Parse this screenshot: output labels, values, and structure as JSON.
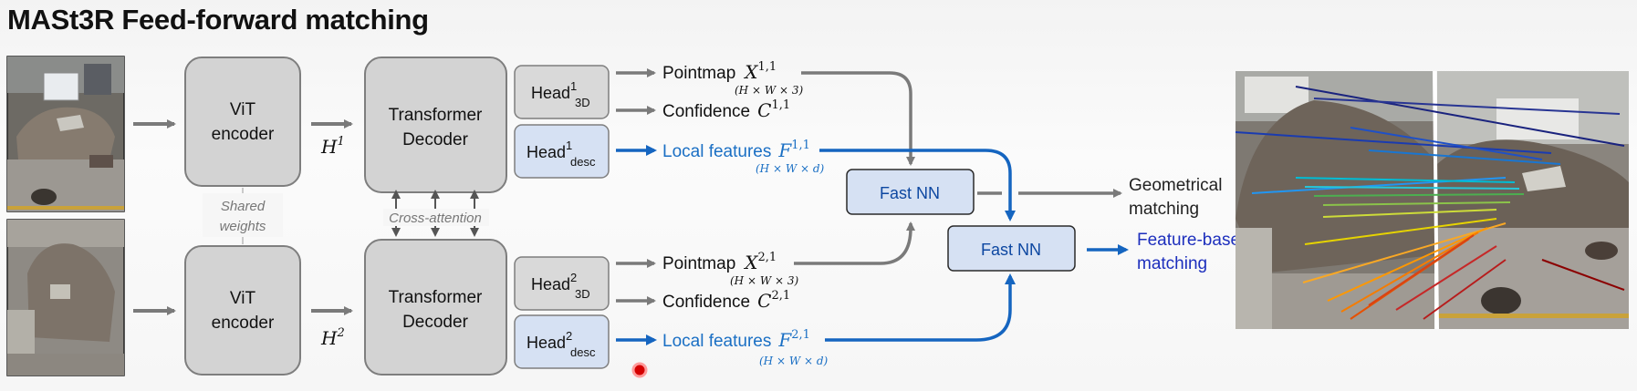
{
  "title": "MASt3R Feed-forward matching",
  "encoders": {
    "label_line1": "ViT",
    "label_line2": "encoder",
    "shared_line1": "Shared",
    "shared_line2": "weights"
  },
  "tokens": {
    "h1_base": "H",
    "h1_sup": "1",
    "h2_base": "H",
    "h2_sup": "2"
  },
  "decoders": {
    "label_line1": "Transformer",
    "label_line2": "Decoder",
    "cross": "Cross-attention"
  },
  "heads": {
    "base": "Head",
    "h3d_1_sup": "1",
    "h3d_1_sub": "3D",
    "hdesc_1_sup": "1",
    "hdesc_1_sub": "desc",
    "h3d_2_sup": "2",
    "h3d_2_sub": "3D",
    "hdesc_2_sup": "2",
    "hdesc_2_sub": "desc"
  },
  "outputs": {
    "pointmap_label": "Pointmap",
    "pointmap1_var": "X",
    "pointmap1_sup": "1,1",
    "pointmap2_var": "X",
    "pointmap2_sup": "2,1",
    "pointmap_dim": "(H × W × 3)",
    "confidence_label": "Confidence",
    "confidence1_var": "C",
    "confidence1_sup": "1,1",
    "confidence2_var": "C",
    "confidence2_sup": "2,1",
    "local_label": "Local features",
    "local1_var": "F",
    "local1_sup": "1,1",
    "local2_var": "F",
    "local2_sup": "2,1",
    "local_dim": "(H × W × d)"
  },
  "fastnn": {
    "label1": "Fast NN",
    "label2": "Fast NN"
  },
  "results": {
    "geo_line1": "Geometrical",
    "geo_line2": "matching",
    "feat_line1": "Feature-based",
    "feat_line2": "matching"
  },
  "colors": {
    "gray_arrow": "#7a7a7a",
    "blue": "#1565c0",
    "blue_text": "#1a6fc4",
    "dark_blue_text": "#1d2fbd",
    "head_gray": "#d9d9d9",
    "head_blue": "#d6e1f3",
    "box_gray": "#d3d3d3",
    "record_dot": "#d40000"
  }
}
